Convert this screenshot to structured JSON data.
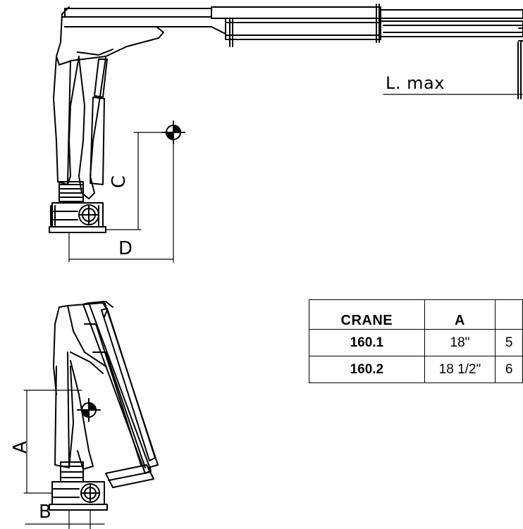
{
  "labels": {
    "l_max": "L. max",
    "c": "C",
    "d": "D",
    "a": "A",
    "b": "B"
  },
  "table": {
    "headers": [
      "CRANE",
      "A",
      ""
    ],
    "rows": [
      [
        "160.1",
        "18\"",
        "5"
      ],
      [
        "160.2",
        "18 1/2\"",
        "6"
      ]
    ]
  }
}
